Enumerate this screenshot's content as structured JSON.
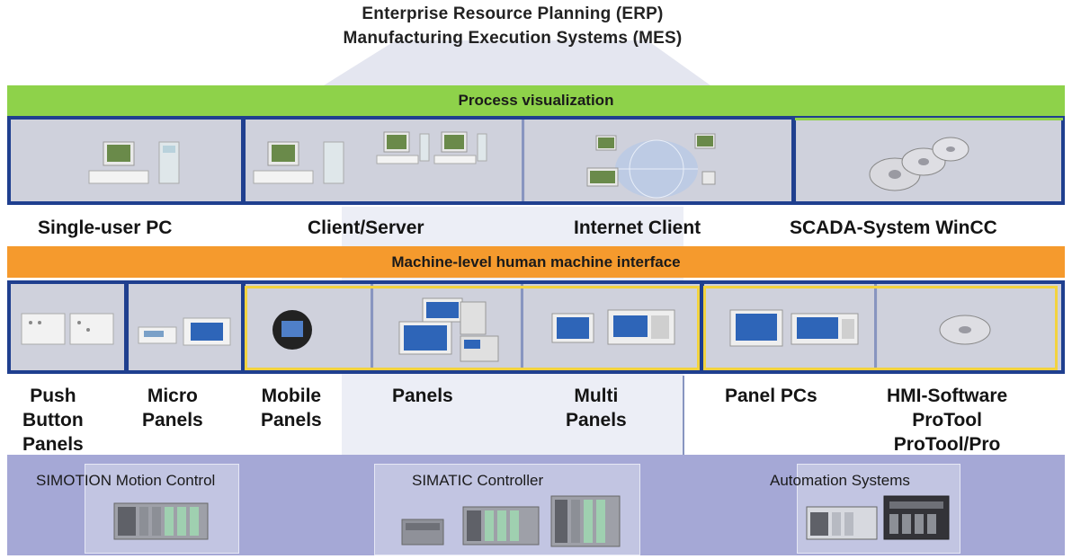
{
  "header": {
    "line1": "Enterprise Resource Planning (ERP)",
    "line2": "Manufacturing Execution Systems (MES)"
  },
  "process_visualization": {
    "title": "Process visualization",
    "items": [
      {
        "label": "Single-user PC"
      },
      {
        "label": "Client/Server"
      },
      {
        "label": "Internet Client"
      },
      {
        "label": "SCADA-System WinCC"
      }
    ]
  },
  "hmi": {
    "title": "Machine-level human machine interface",
    "items": [
      {
        "lines": [
          "Push",
          "Button",
          "Panels"
        ]
      },
      {
        "lines": [
          "Micro",
          "Panels"
        ]
      },
      {
        "lines": [
          "Mobile",
          "Panels"
        ]
      },
      {
        "lines": [
          "Panels"
        ]
      },
      {
        "lines": [
          "Multi",
          "Panels"
        ]
      },
      {
        "lines": [
          "Panel PCs"
        ]
      },
      {
        "lines": [
          "HMI-Software",
          "ProTool",
          "ProTool/Pro"
        ]
      }
    ]
  },
  "controllers": {
    "items": [
      {
        "label": "SIMOTION Motion Control"
      },
      {
        "label": "SIMATIC Controller"
      },
      {
        "label": "Automation Systems"
      }
    ]
  }
}
